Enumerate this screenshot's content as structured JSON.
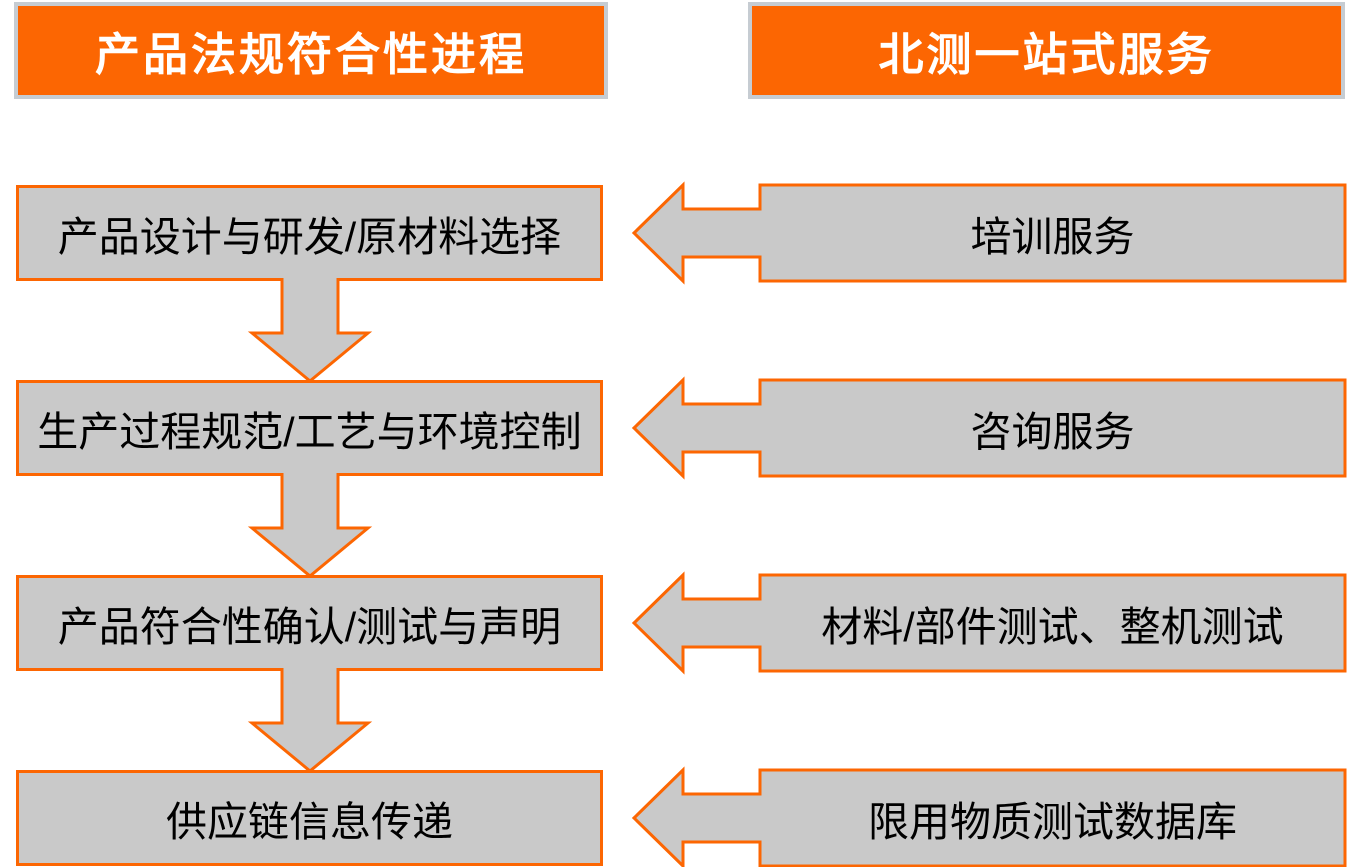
{
  "colors": {
    "accent_orange": "#fc6602",
    "box_fill": "#c9c9c9",
    "header_border": "#c6ccd2",
    "header_text": "#ffffff",
    "box_text": "#000000",
    "page_bg": "#ffffff"
  },
  "headers": {
    "process": "产品法规符合性进程",
    "services": "北测一站式服务"
  },
  "process_steps": [
    {
      "label": "产品设计与研发/原材料选择"
    },
    {
      "label": "生产过程规范/工艺与环境控制"
    },
    {
      "label": "产品符合性确认/测试与声明"
    },
    {
      "label": "供应链信息传递"
    }
  ],
  "services": [
    {
      "label": "培训服务"
    },
    {
      "label": "咨询服务"
    },
    {
      "label": "材料/部件测试、整机测试"
    },
    {
      "label": "限用物质测试数据库"
    }
  ]
}
